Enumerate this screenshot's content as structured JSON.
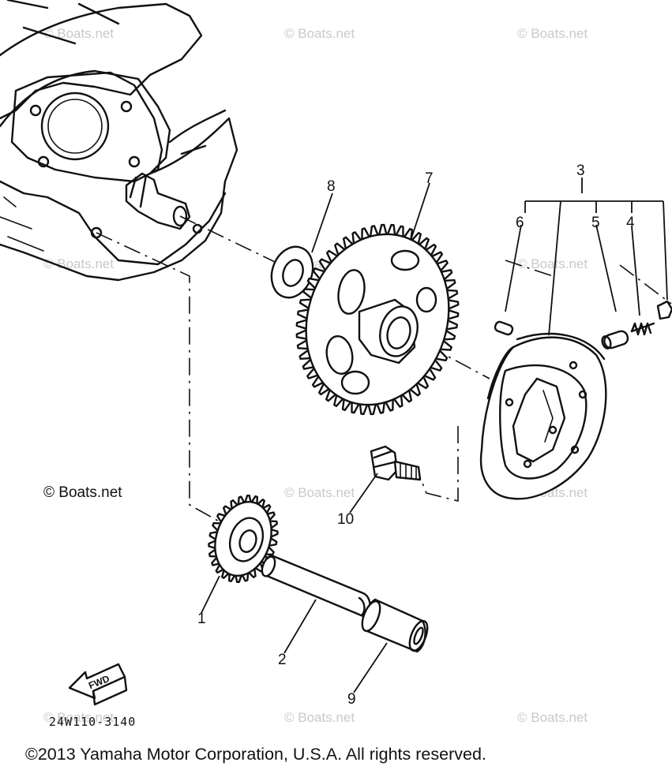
{
  "diagram": {
    "callouts": [
      {
        "id": "1",
        "label": "1"
      },
      {
        "id": "2",
        "label": "2"
      },
      {
        "id": "3",
        "label": "3"
      },
      {
        "id": "4",
        "label": "4"
      },
      {
        "id": "5",
        "label": "5"
      },
      {
        "id": "6",
        "label": "6"
      },
      {
        "id": "7",
        "label": "7"
      },
      {
        "id": "8",
        "label": "8"
      },
      {
        "id": "9",
        "label": "9"
      },
      {
        "id": "10",
        "label": "10"
      }
    ],
    "fwd_label": "FWD",
    "drawing_code": "24W110-3140",
    "watermark_text": "© Boats.net",
    "watermark_main": "© Boats.net"
  },
  "footer": {
    "copyright": "©2013 Yamaha Motor Corporation, U.S.A. All rights reserved."
  }
}
